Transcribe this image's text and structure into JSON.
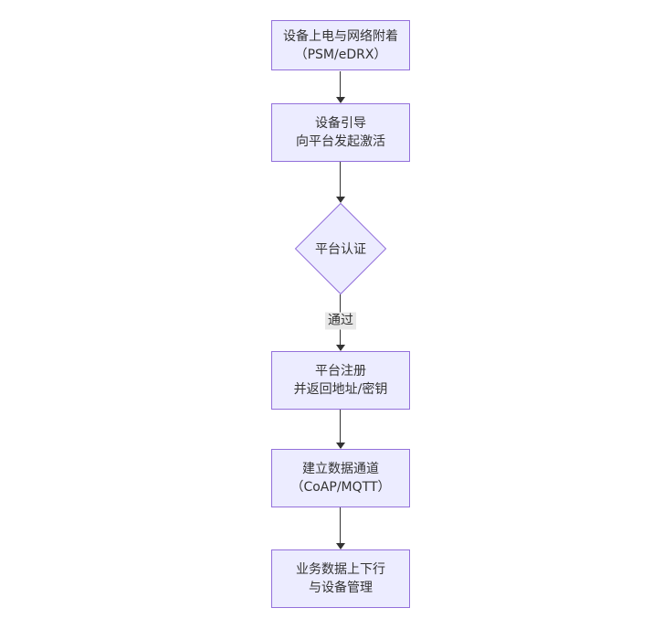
{
  "diagram": {
    "type": "flowchart",
    "direction": "top-down",
    "colors": {
      "node_fill": "#ECECFF",
      "node_border": "#9370DB",
      "arrow": "#333333",
      "edge_label_bg": "#e8e8e8",
      "text": "#333333",
      "background": "#ffffff"
    },
    "nodes": [
      {
        "id": "power-on-attach",
        "shape": "rect",
        "lines": [
          "设备上电与网络附着",
          "（PSM/eDRX）"
        ]
      },
      {
        "id": "bootstrap",
        "shape": "rect",
        "lines": [
          "设备引导",
          "向平台发起激活"
        ]
      },
      {
        "id": "platform-auth",
        "shape": "diamond",
        "lines": [
          "平台认证"
        ]
      },
      {
        "id": "platform-register",
        "shape": "rect",
        "lines": [
          "平台注册",
          "并返回地址/密钥"
        ]
      },
      {
        "id": "data-channel",
        "shape": "rect",
        "lines": [
          "建立数据通道",
          "（CoAP/MQTT）"
        ]
      },
      {
        "id": "business-data",
        "shape": "rect",
        "lines": [
          "业务数据上下行",
          "与设备管理"
        ]
      }
    ],
    "edges": [
      {
        "from": "power-on-attach",
        "to": "bootstrap",
        "label": ""
      },
      {
        "from": "bootstrap",
        "to": "platform-auth",
        "label": ""
      },
      {
        "from": "platform-auth",
        "to": "platform-register",
        "label": "通过"
      },
      {
        "from": "platform-register",
        "to": "data-channel",
        "label": ""
      },
      {
        "from": "data-channel",
        "to": "business-data",
        "label": ""
      }
    ]
  }
}
